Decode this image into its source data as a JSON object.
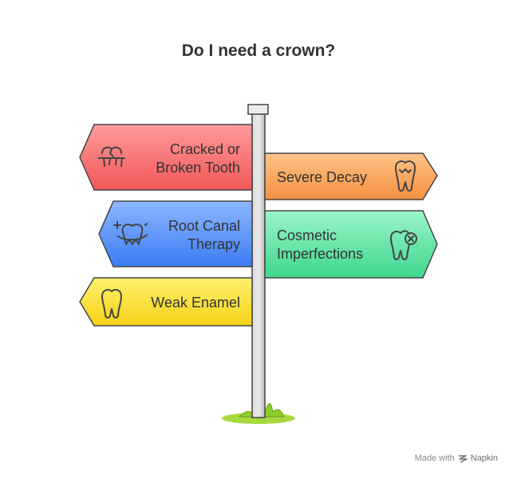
{
  "title": "Do I need a crown?",
  "signs": {
    "cracked": {
      "line1": "Cracked or",
      "line2": "Broken Tooth",
      "color": "#f47272",
      "icon": "cracked-tooth-icon"
    },
    "decay": {
      "line1": "Severe Decay",
      "color": "#f6a45a",
      "icon": "decayed-tooth-icon"
    },
    "root": {
      "line1": "Root Canal",
      "line2": "Therapy",
      "color": "#4e8cf6",
      "icon": "root-canal-tooth-icon"
    },
    "cosmetic": {
      "line1": "Cosmetic",
      "line2": "Imperfections",
      "color": "#55dfa0",
      "icon": "tooth-x-icon"
    },
    "enamel": {
      "line1": "Weak Enamel",
      "color": "#f8dd2a",
      "icon": "tooth-icon"
    }
  },
  "footer": {
    "made_with": "Made with",
    "brand": "Napkin"
  }
}
